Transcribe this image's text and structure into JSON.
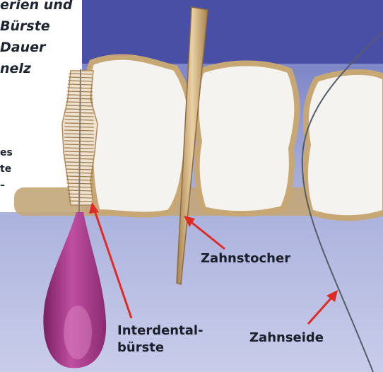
{
  "intro_lines": [
    "erien und",
    "Bürste",
    "Dauer",
    "nelz"
  ],
  "side_lines": [
    "es",
    "te",
    "–"
  ],
  "labels": {
    "toothpick": "Zahnstocher",
    "brush_line1": "Interdental-",
    "brush_line2": "bürste",
    "floss": "Zahnseide"
  },
  "colors": {
    "sky": "#4a4fa6",
    "gum": "#a7b0dd",
    "tooth": "#f4f3ef",
    "tooth_edge": "#c7a875",
    "arrow": "#e02a25",
    "brush_handle": "#b33d95",
    "toothpick": "#d7b98a"
  }
}
